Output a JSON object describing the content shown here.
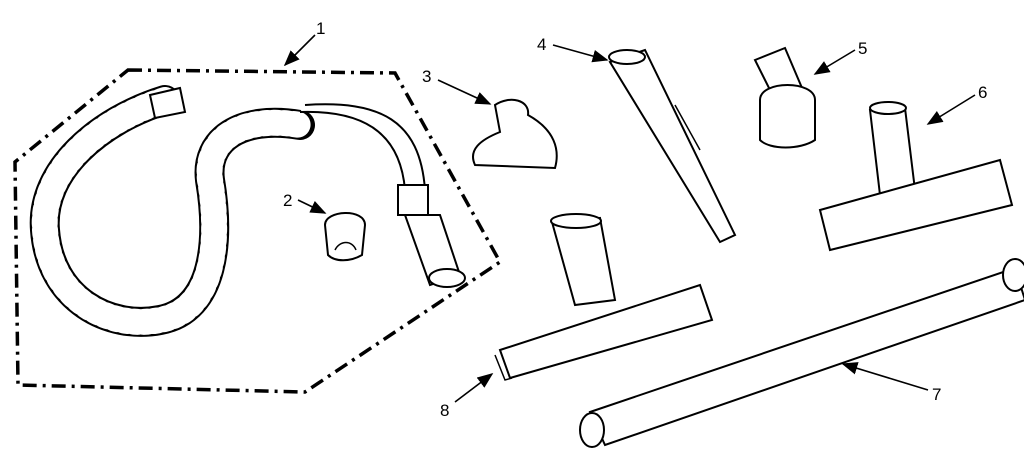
{
  "diagram": {
    "parts": [
      {
        "id": "1",
        "label": "1"
      },
      {
        "id": "2",
        "label": "2"
      },
      {
        "id": "3",
        "label": "3"
      },
      {
        "id": "4",
        "label": "4"
      },
      {
        "id": "5",
        "label": "5"
      },
      {
        "id": "6",
        "label": "6"
      },
      {
        "id": "7",
        "label": "7"
      },
      {
        "id": "8",
        "label": "8"
      }
    ]
  }
}
